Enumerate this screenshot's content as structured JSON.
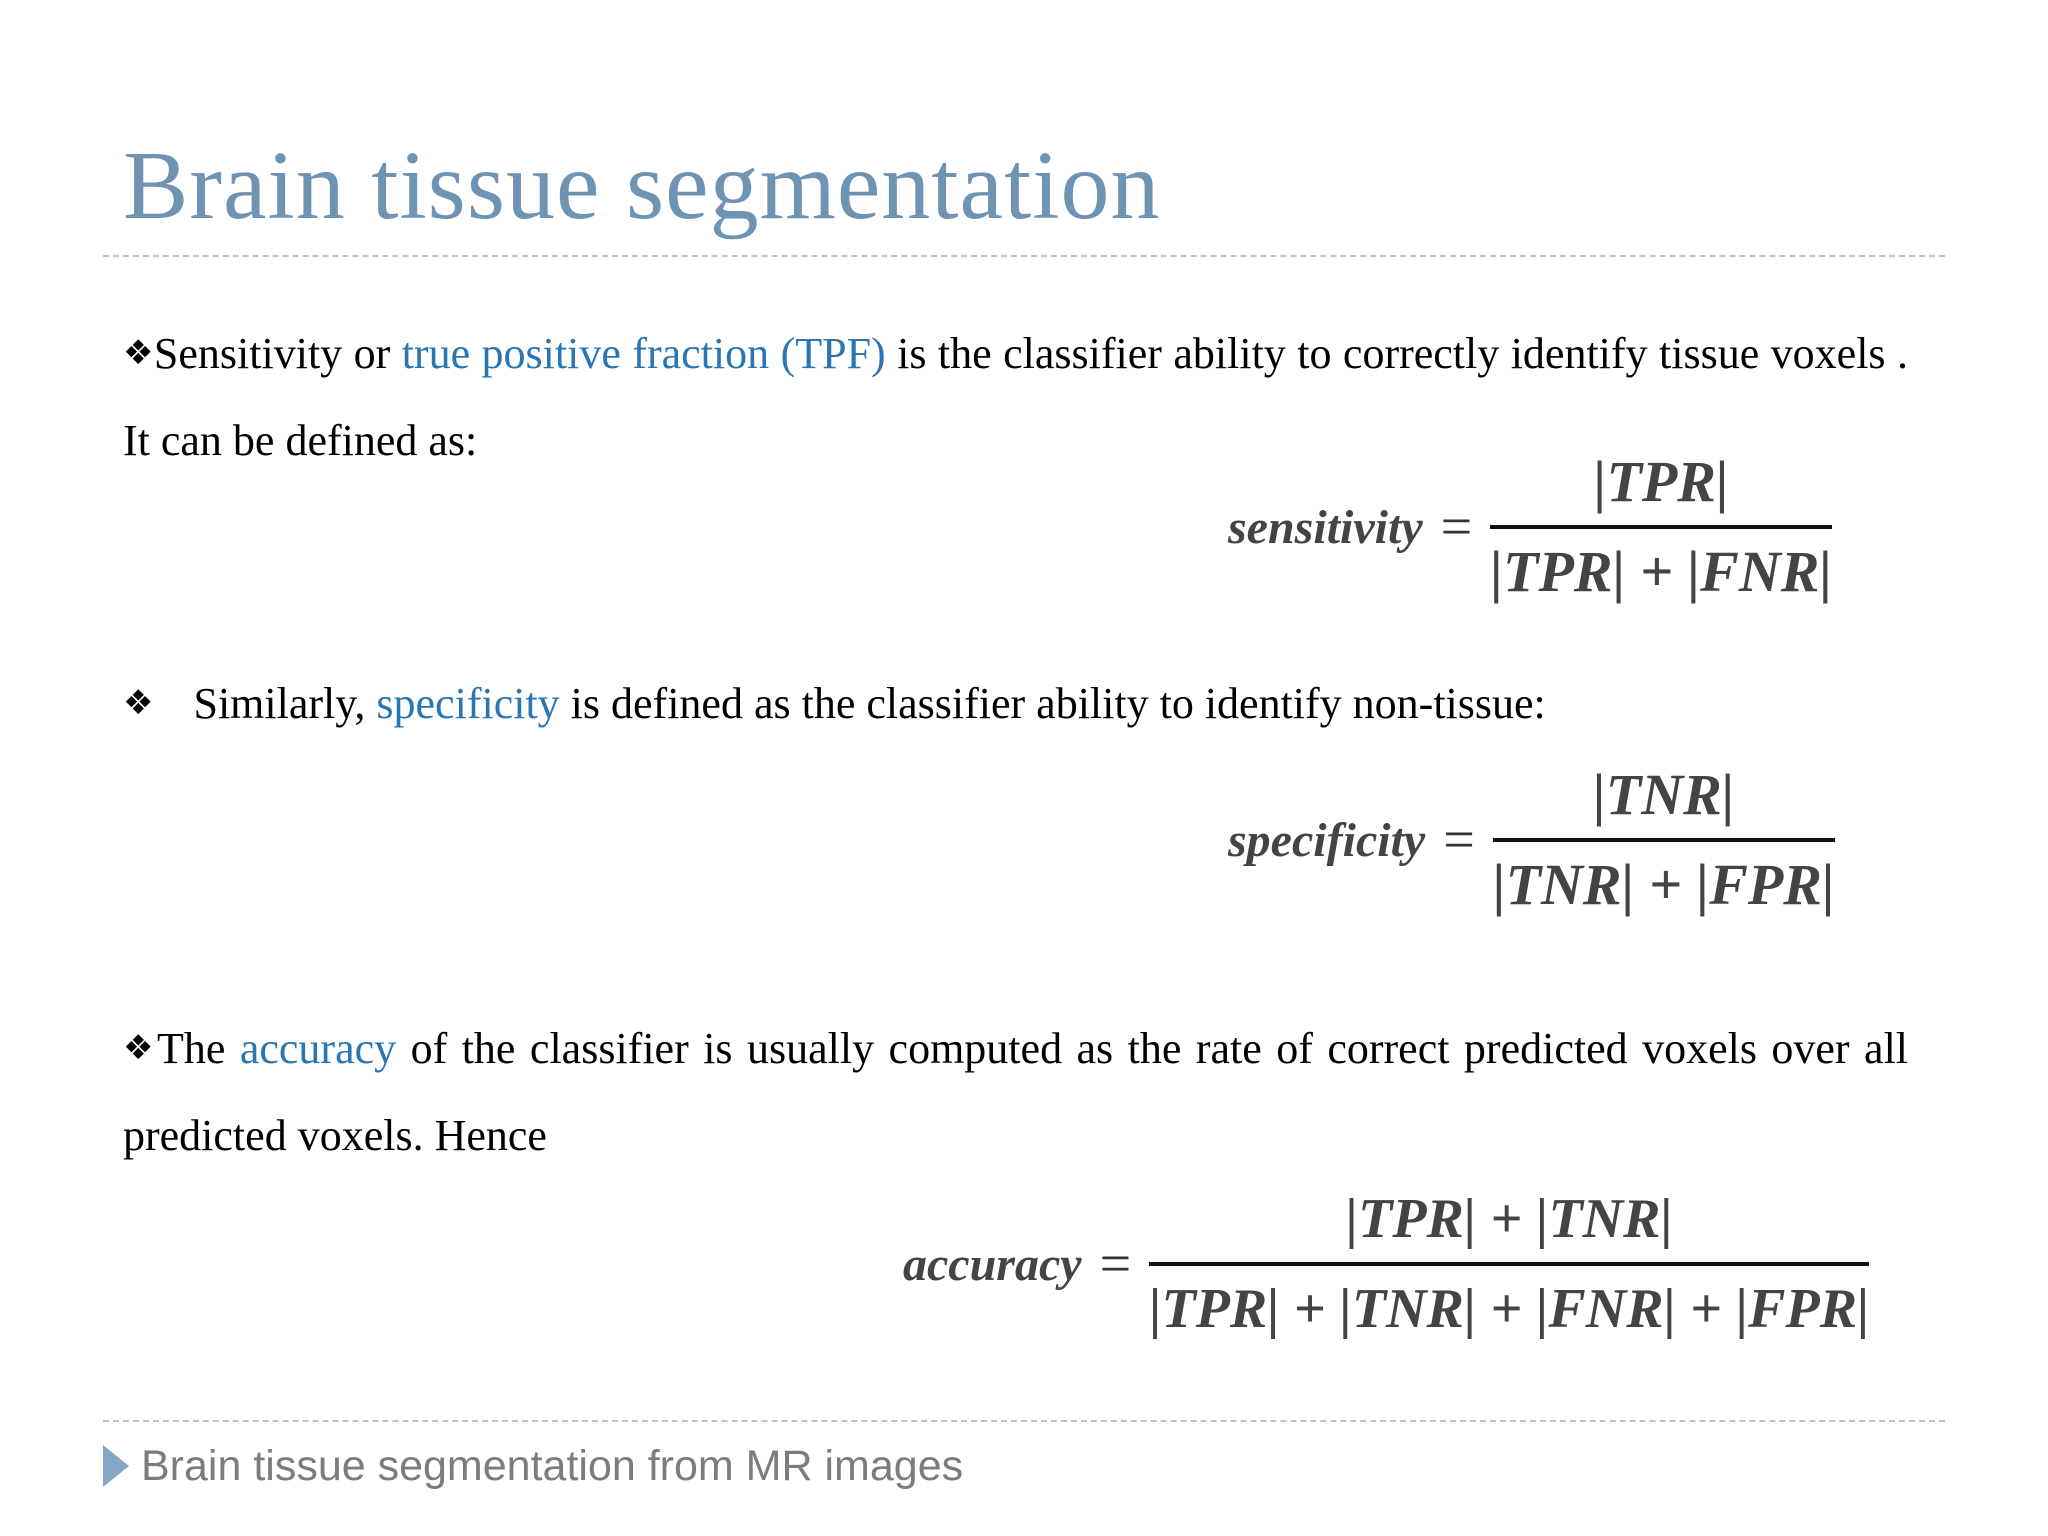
{
  "slide": {
    "title": "Brain tissue segmentation",
    "bullet_glyph": "❖",
    "paragraph1": {
      "prefix": "Sensitivity or ",
      "highlight": "true positive fraction (TPF)",
      "suffix": " is the classifier ability to correctly identify tissue voxels . It can be defined as:"
    },
    "formula1": {
      "lhs": "sensitivity",
      "equals": "=",
      "numerator": "|TPR|",
      "denominator": "|TPR| + |FNR|"
    },
    "paragraph2": {
      "prefix": "Similarly, ",
      "highlight": "specificity",
      "suffix": " is defined as the classifier ability to identify non-tissue:"
    },
    "formula2": {
      "lhs": "specificity",
      "equals": "=",
      "numerator": "|TNR|",
      "denominator": "|TNR| + |FPR|"
    },
    "paragraph3": {
      "prefix": "The ",
      "highlight": "accuracy",
      "suffix": " of the classifier is usually computed as the rate of correct predicted voxels over all predicted voxels. Hence"
    },
    "formula3": {
      "lhs": "accuracy",
      "equals": "=",
      "numerator": "|TPR| + |TNR|",
      "denominator": "|TPR| + |TNR| + |FNR| + |FPR|"
    },
    "footer": "Brain tissue segmentation from MR images"
  },
  "colors": {
    "title": "#6f93b3",
    "accent": "#2a75b3",
    "footer_text": "#7c7c7c",
    "footer_arrow": "#86a6c6",
    "divider": "#b8c2cc"
  },
  "icons": {
    "bullet": "diamond-bullet-icon",
    "footer": "triangle-arrow-icon"
  }
}
